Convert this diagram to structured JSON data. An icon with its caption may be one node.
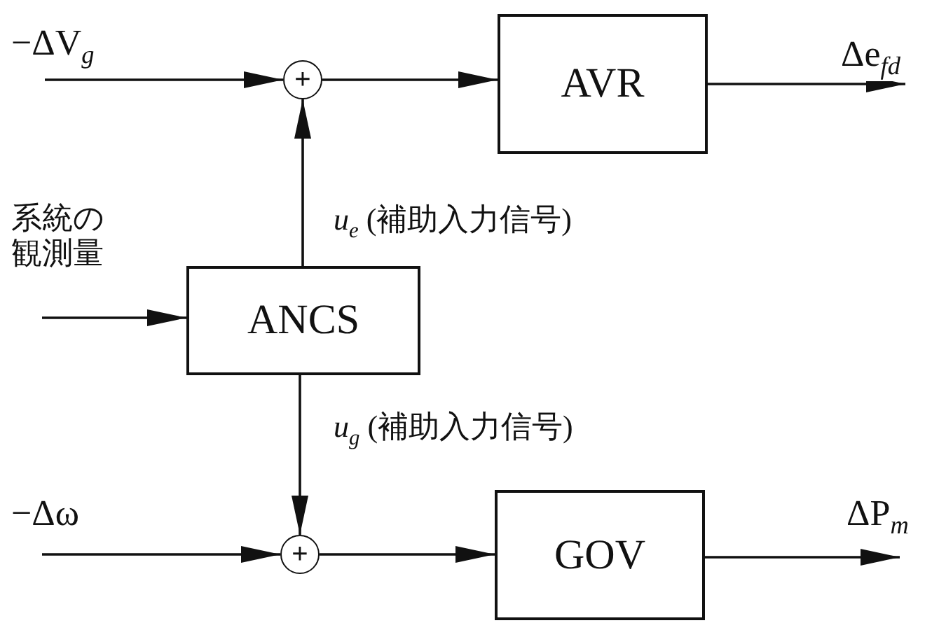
{
  "diagram": {
    "nodes": [
      {
        "text": [
          "+"
        ]
      },
      {
        "text": [
          "AVR"
        ]
      },
      {
        "text": [
          "ANCS"
        ]
      },
      {
        "text": [
          "+"
        ]
      },
      {
        "text": [
          "GOV"
        ]
      }
    ],
    "edges": [
      {
        "from": null,
        "to": 0,
        "arrow": "to",
        "label": "−ΔV$_{g}$"
      },
      {
        "from": 0,
        "to": 1,
        "arrow": "to"
      },
      {
        "from": 1,
        "to": null,
        "arrow": "to",
        "label": "Δe$_{fd}$"
      },
      {
        "from": 2,
        "to": 0,
        "arrow": "to",
        "label": "*u*$_{e}$ (補助入力信号)"
      },
      {
        "from": null,
        "to": 2,
        "arrow": "to",
        "label": "系統の観測量"
      },
      {
        "from": 2,
        "to": 3,
        "arrow": "to",
        "label": "*u*$_{g}$ (補助入力信号)"
      },
      {
        "from": null,
        "to": 3,
        "arrow": "to",
        "label": "−Δω"
      },
      {
        "from": 3,
        "to": 4,
        "arrow": "to"
      },
      {
        "from": 4,
        "to": null,
        "arrow": "to",
        "label": "ΔP$_{m}$"
      }
    ]
  }
}
